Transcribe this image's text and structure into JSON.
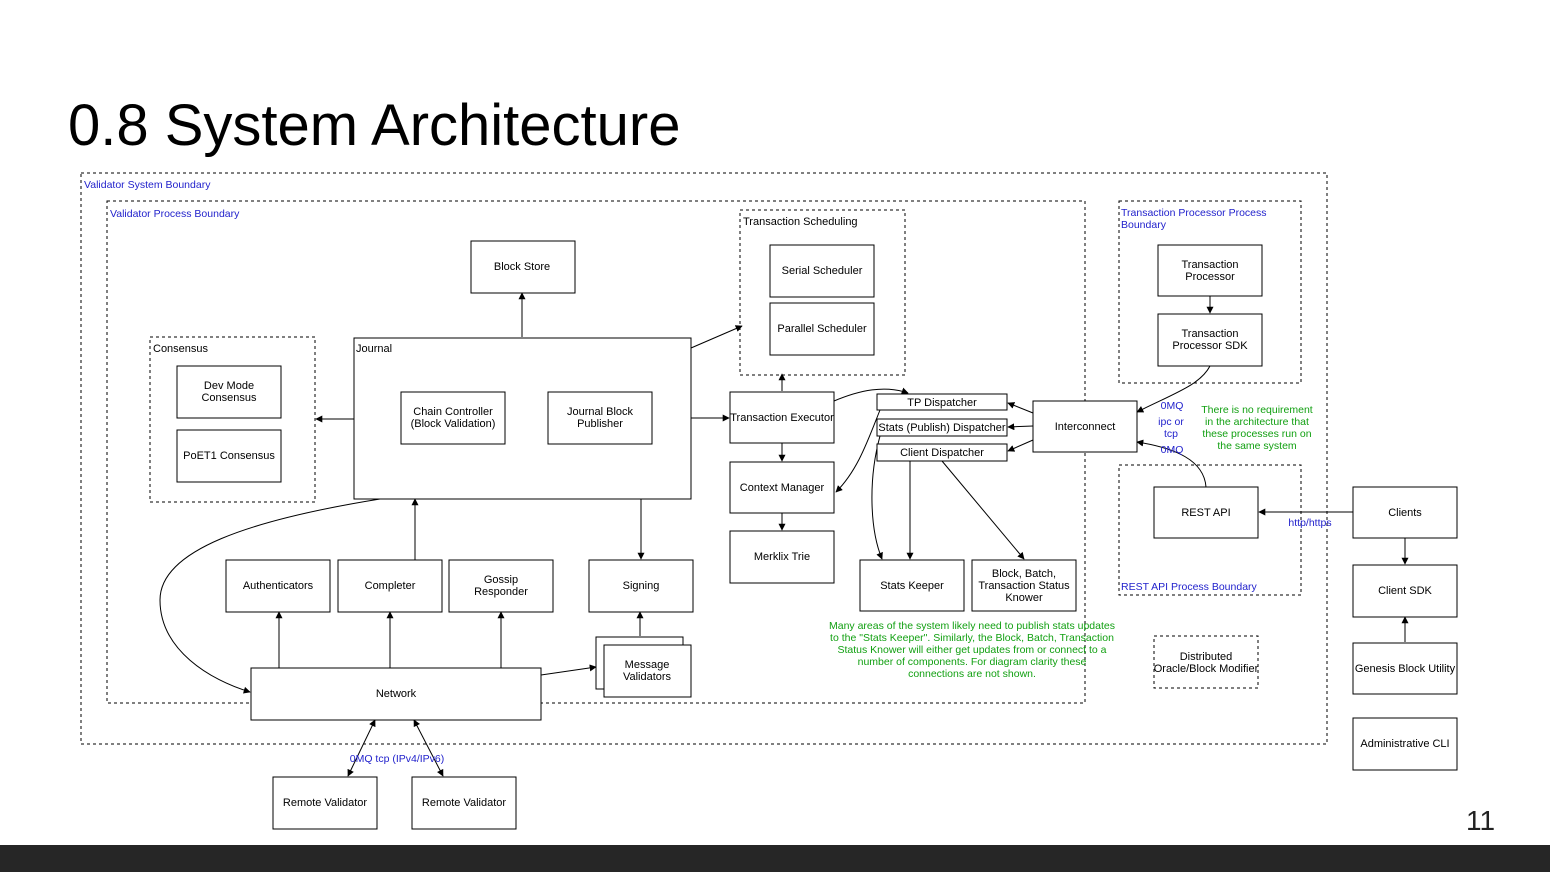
{
  "slide": {
    "title": "0.8 System Architecture",
    "page_number": "11"
  },
  "boundaries": {
    "validator_system": "Validator System Boundary",
    "validator_process": "Validator Process Boundary",
    "transaction_scheduling": "Transaction Scheduling",
    "consensus": "Consensus",
    "tp_process_line1": "Transaction Processor Process",
    "tp_process_line2": "Boundary",
    "rest_api_process": "REST API Process Boundary"
  },
  "components": {
    "block_store": "Block Store",
    "journal": "Journal",
    "chain_controller": [
      "Chain Controller",
      "(Block Validation)"
    ],
    "journal_block_publisher": [
      "Journal Block",
      "Publisher"
    ],
    "dev_mode_consensus": [
      "Dev Mode",
      "Consensus"
    ],
    "poet1_consensus": "PoET1 Consensus",
    "serial_scheduler": "Serial Scheduler",
    "parallel_scheduler": "Parallel Scheduler",
    "transaction_executor": "Transaction Executor",
    "context_manager": "Context Manager",
    "merklix_trie": "Merklix Trie",
    "tp_dispatcher": "TP Dispatcher",
    "stats_dispatcher": "Stats (Publish) Dispatcher",
    "client_dispatcher": "Client Dispatcher",
    "interconnect": "Interconnect",
    "stats_keeper": "Stats Keeper",
    "status_knower": [
      "Block, Batch,",
      "Transaction Status",
      "Knower"
    ],
    "authenticators": "Authenticators",
    "completer": "Completer",
    "gossip_responder": [
      "Gossip",
      "Responder"
    ],
    "signing": "Signing",
    "message_validators": [
      "Message",
      "Validators"
    ],
    "network": "Network",
    "remote_validator_1": "Remote Validator",
    "remote_validator_2": "Remote Validator",
    "transaction_processor": [
      "Transaction",
      "Processor"
    ],
    "transaction_processor_sdk": [
      "Transaction",
      "Processor SDK"
    ],
    "rest_api": "REST API",
    "clients": "Clients",
    "client_sdk": "Client SDK",
    "genesis_block_utility": "Genesis Block Utility",
    "administrative_cli": "Administrative CLI",
    "distributed_oracle": [
      "Distributed",
      "Oracle/Block Modifier"
    ]
  },
  "edge_labels": {
    "zmq_ipc_tcp": [
      "0MQ",
      "ipc or",
      "tcp",
      "0MQ"
    ],
    "zmq_tcp_ip": "0MQ tcp (IPv4/IPv6)",
    "http_https": "http/https"
  },
  "notes": {
    "no_requirement": [
      "There is no requirement",
      "in the architecture that",
      "these processes run on",
      "the same system"
    ],
    "stats_note": [
      "Many areas of the system likely need to publish stats updates",
      "to the \"Stats Keeper\". Similarly, the Block, Batch, Transaction",
      "Status Knower will either get updates from or connect to a",
      "number of components. For diagram clarity these",
      "connections are not shown."
    ]
  },
  "colors": {
    "boundary_label": "#2222cc",
    "note_text": "#12a012",
    "footer_bar": "#262626"
  }
}
